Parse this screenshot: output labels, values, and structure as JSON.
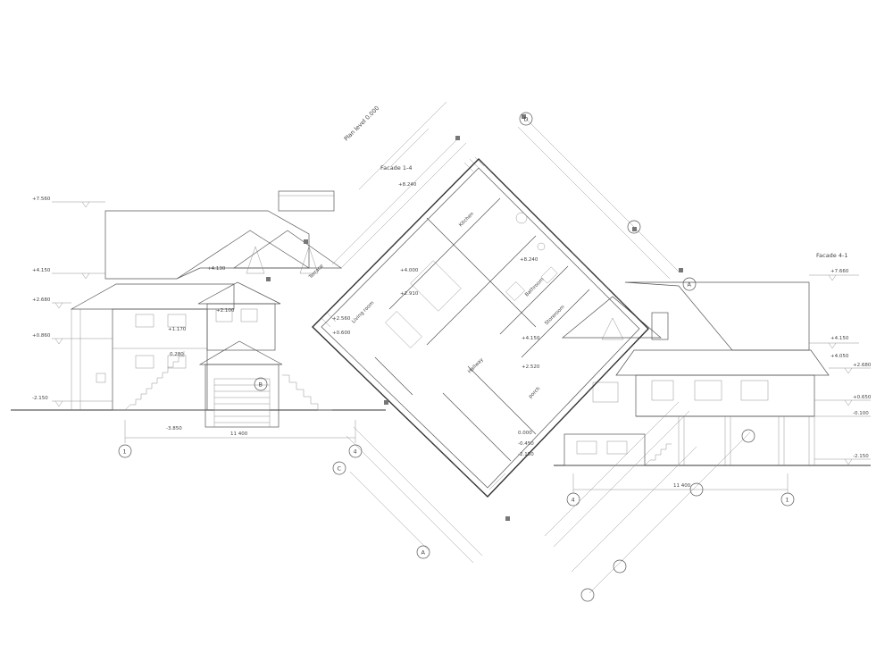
{
  "drawing": {
    "plan_title": "Plan level 0.000",
    "facade_left_title": "Facade  1-4",
    "facade_right_title": "Facade  4-1"
  },
  "left_levels": [
    "+7.560",
    "+4.150",
    "+2.680",
    "+0.860",
    "-2.150"
  ],
  "left_inner_levels": [
    "+4.130",
    "+2.100",
    "+1.170",
    "0.280",
    "-3.850"
  ],
  "right_levels": [
    "+7.660",
    "+4.150",
    "+4.050",
    "+2.680",
    "+0.650",
    "-0.100",
    "-2.150"
  ],
  "plan_levels": {
    "top": "+8.240",
    "l1": "+4.000",
    "l2": "+2.910",
    "l3": "+2.560",
    "l4": "+0.600",
    "r1": "+8.240",
    "r2": "+4.150",
    "r3": "+2.520",
    "b1": "0.000",
    "b2": "-0.450",
    "b3": "-2.150"
  },
  "rooms": {
    "kitchen": "Kitchen",
    "bathroom": "Bathroom",
    "storeroom": "Storeroom",
    "hallway": "Hallway",
    "porch": "porch",
    "living": "Living room",
    "terrace": "Terrace"
  },
  "axes": {
    "left_1": "1",
    "left_4": "4",
    "right_4": "4",
    "right_1": "1",
    "plan_a_top": "A",
    "plan_a_bottom": "A",
    "plan_d": "D",
    "plan_c": "C",
    "plan_b": "B"
  },
  "dims": {
    "left_total": "11 400",
    "right_total": "11 400"
  }
}
